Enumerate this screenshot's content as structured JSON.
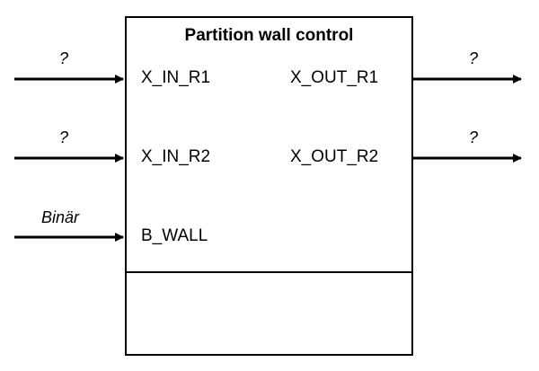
{
  "block": {
    "title": "Partition wall control",
    "inputs": [
      {
        "port": "X_IN_R1",
        "signal": "?"
      },
      {
        "port": "X_IN_R2",
        "signal": "?"
      },
      {
        "port": "B_WALL",
        "signal": "Binär"
      }
    ],
    "outputs": [
      {
        "port": "X_OUT_R1",
        "signal": "?"
      },
      {
        "port": "X_OUT_R2",
        "signal": "?"
      }
    ]
  },
  "colors": {
    "line": "#000000",
    "background": "#ffffff"
  }
}
